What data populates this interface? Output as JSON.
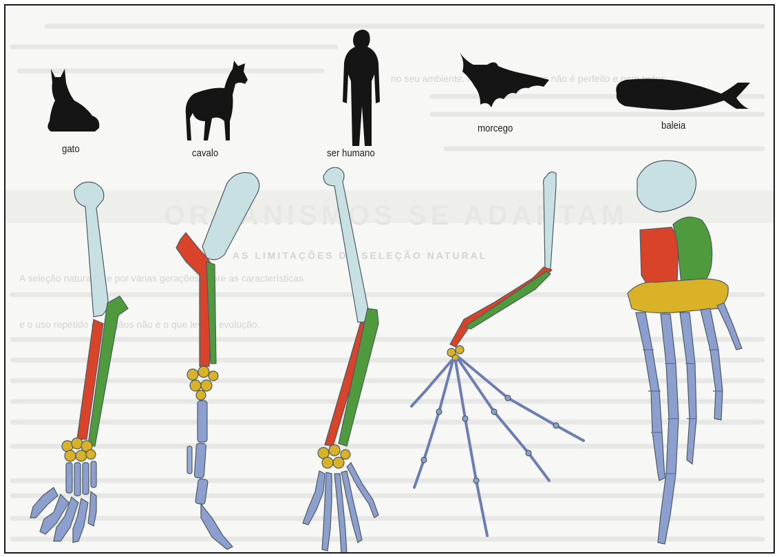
{
  "animals": [
    {
      "id": "cat",
      "label": "gato"
    },
    {
      "id": "horse",
      "label": "cavalo"
    },
    {
      "id": "human",
      "label": "ser humano"
    },
    {
      "id": "bat",
      "label": "morcego"
    },
    {
      "id": "whale",
      "label": "baleia"
    }
  ],
  "background_text": {
    "heading": "ORGANISMOS SE ADAPTAM",
    "subheading": "AS LIMITAÇÕES DA SELEÇÃO NATURAL",
    "paragraph_fragments": [
      "no seu ambiente. Porém, o processo não é perfeito e nem todos",
      "A seleção natural age por várias gerações sobre as características",
      "e o uso repetido de órgãos não é o que leva à evolução."
    ]
  },
  "colors": {
    "humerus": "#c9e0e3",
    "radius": "#d8432a",
    "ulna": "#4e9a3c",
    "carpals": "#d9b228",
    "digits": "#8d9fcf",
    "silhouette": "#151515"
  }
}
